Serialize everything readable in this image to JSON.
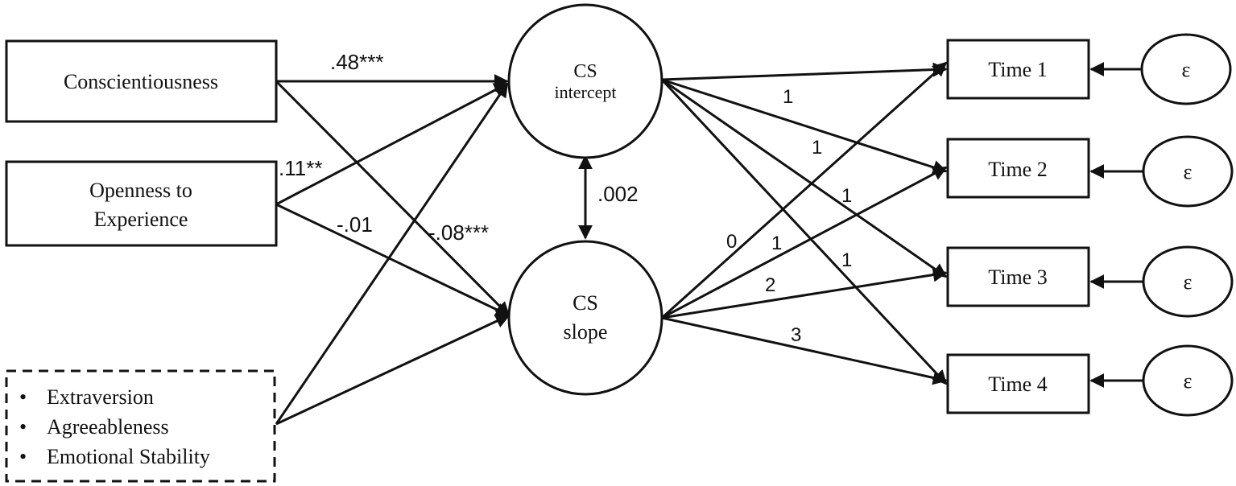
{
  "predictors": {
    "conscientiousness": "Conscientiousness",
    "openness_line1": "Openness to",
    "openness_line2": "Experience",
    "controls": [
      "Extraversion",
      "Agreeableness",
      "Emotional Stability"
    ],
    "bullet": "•"
  },
  "latents": {
    "intercept_line1": "CS",
    "intercept_line2": "intercept",
    "slope_line1": "CS",
    "slope_line2": "slope"
  },
  "indicators": [
    "Time 1",
    "Time 2",
    "Time 3",
    "Time 4"
  ],
  "residual_symbol": "ε",
  "coefficients": {
    "consc_to_intercept": ".48***",
    "open_to_intercept": ".11**",
    "open_to_slope": "-.01",
    "consc_to_slope": "-.08***",
    "intercept_slope_cov": ".002"
  },
  "intercept_loadings": [
    "1",
    "1",
    "1",
    "1"
  ],
  "slope_loadings": [
    "0",
    "1",
    "2",
    "3"
  ]
}
